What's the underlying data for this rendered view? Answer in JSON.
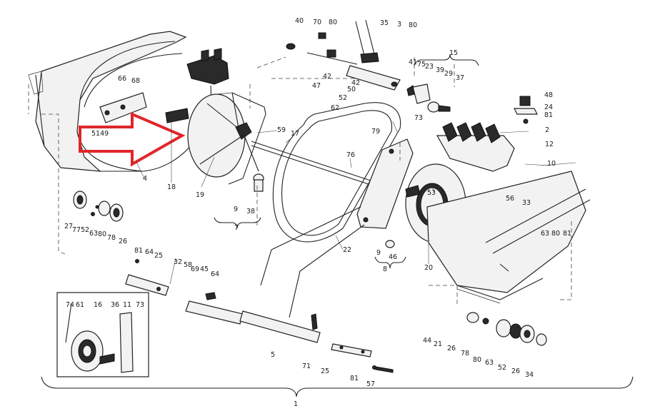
{
  "callouts": {
    "c40": "40",
    "c70": "70",
    "c80a": "80",
    "c35": "35",
    "c3": "3",
    "c80b": "80",
    "c15": "15",
    "c42a": "42",
    "c47": "47",
    "c42b": "42",
    "c50": "50",
    "c52a": "52",
    "c62": "62",
    "c41": "41",
    "c75": "75",
    "c23": "23",
    "c39": "39",
    "c29": "29",
    "c37": "37",
    "c73": "73",
    "c79": "79",
    "c48": "48",
    "c24": "24",
    "c81a": "81",
    "c2": "2",
    "c12": "12",
    "c66": "66",
    "c68": "68",
    "c5149": "5149",
    "c4": "4",
    "c18": "18",
    "c19": "19",
    "c59": "59",
    "c17": "17",
    "c76": "76",
    "c53": "53",
    "c56": "56",
    "c33": "33",
    "c10": "10",
    "c9a": "9",
    "c38": "38",
    "c7": "7",
    "c63a": "63",
    "c80c": "80",
    "c81b": "81",
    "c27": "27",
    "c77": "77",
    "c52b": "52",
    "c63b": "63",
    "c80d": "80",
    "c78a": "78",
    "c26a": "26",
    "c22": "22",
    "c9b": "9",
    "c46": "46",
    "c8": "8",
    "c20": "20",
    "c81c": "81",
    "c64a": "64",
    "c25a": "25",
    "c32": "32",
    "c58": "58",
    "c69": "69",
    "c45": "45",
    "c64b": "64",
    "c74": "74",
    "c61": "61",
    "c16": "16",
    "c36": "36",
    "c11": "11",
    "c73b": "73",
    "c5": "5",
    "c71": "71",
    "c25b": "25",
    "c81d": "81",
    "c57": "57",
    "c44": "44",
    "c21": "21",
    "c26b": "26",
    "c78b": "78",
    "c80e": "80",
    "c63c": "63",
    "c52c": "52",
    "c26c": "26",
    "c34": "34",
    "c1": "1"
  },
  "highlight_arrow_color": "#e0262a"
}
